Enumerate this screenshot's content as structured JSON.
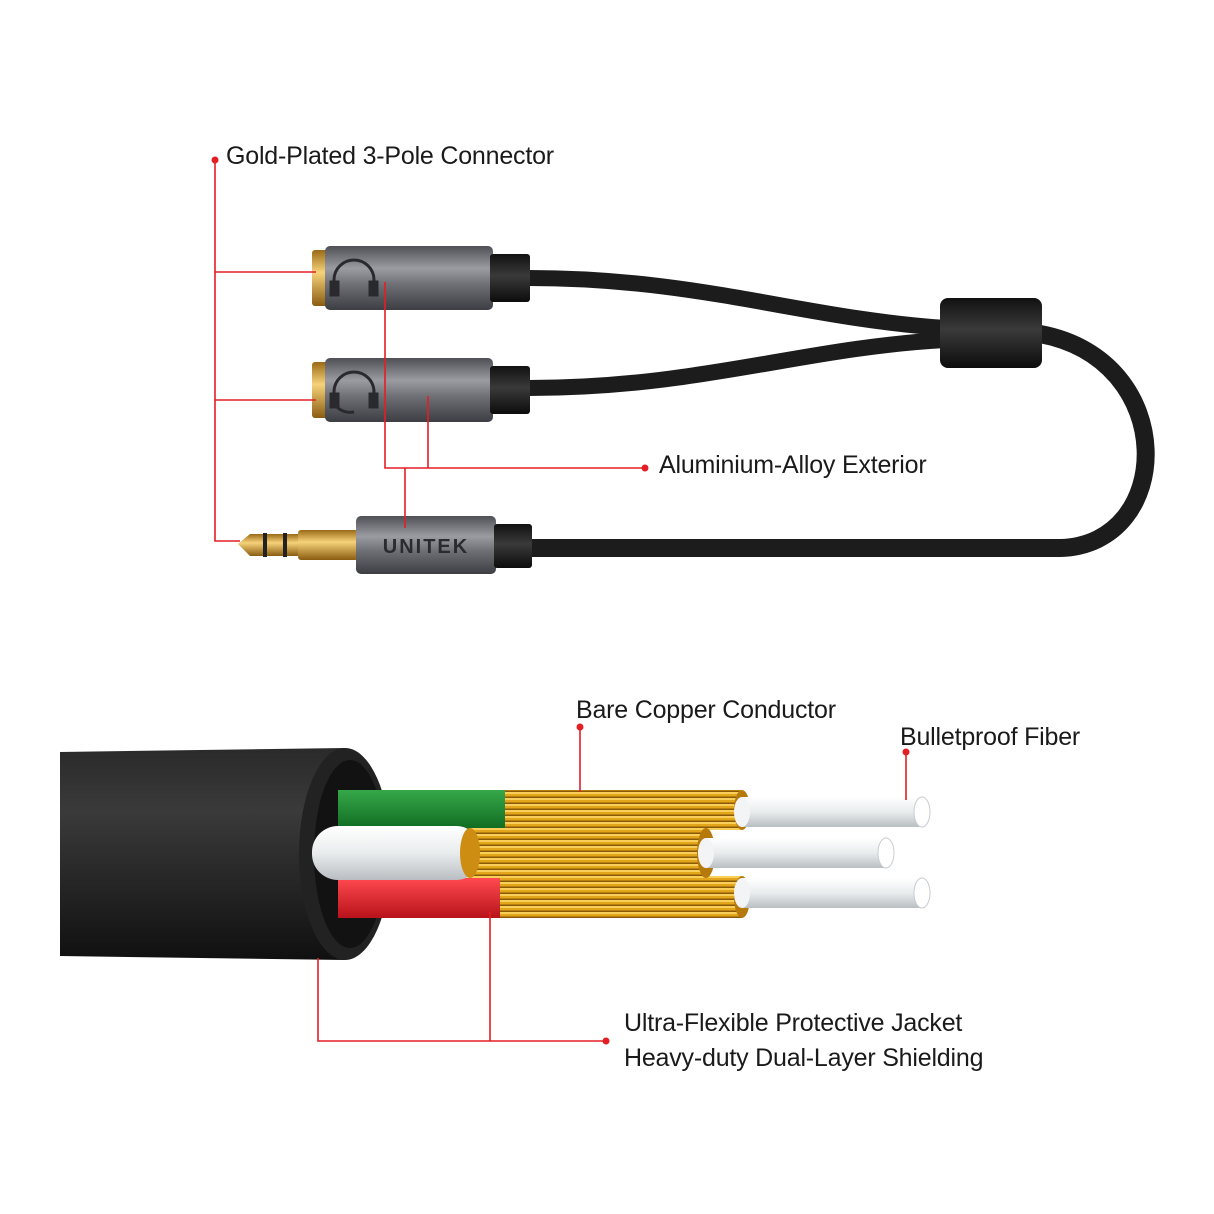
{
  "labels": {
    "gold_plated": "Gold-Plated 3-Pole Connector",
    "aluminium": "Aluminium-Alloy Exterior",
    "bare_copper": "Bare Copper Conductor",
    "bulletproof": "Bulletproof Fiber",
    "ultra_flexible": "Ultra-Flexible Protective Jacket",
    "heavy_duty": "Heavy-duty Dual-Layer Shielding"
  },
  "brand": "UNITEK",
  "colors": {
    "callout": "#e31e24",
    "cable": "#1c1c1c",
    "housing": "#6a6c72",
    "gold": "#d9a440",
    "copper": "#e4a81c",
    "wire_green": "#1a8a2e",
    "wire_red": "#e8222a",
    "wire_white": "#f2f4f5"
  },
  "icons": [
    "headphone-icon",
    "microphone-icon"
  ]
}
